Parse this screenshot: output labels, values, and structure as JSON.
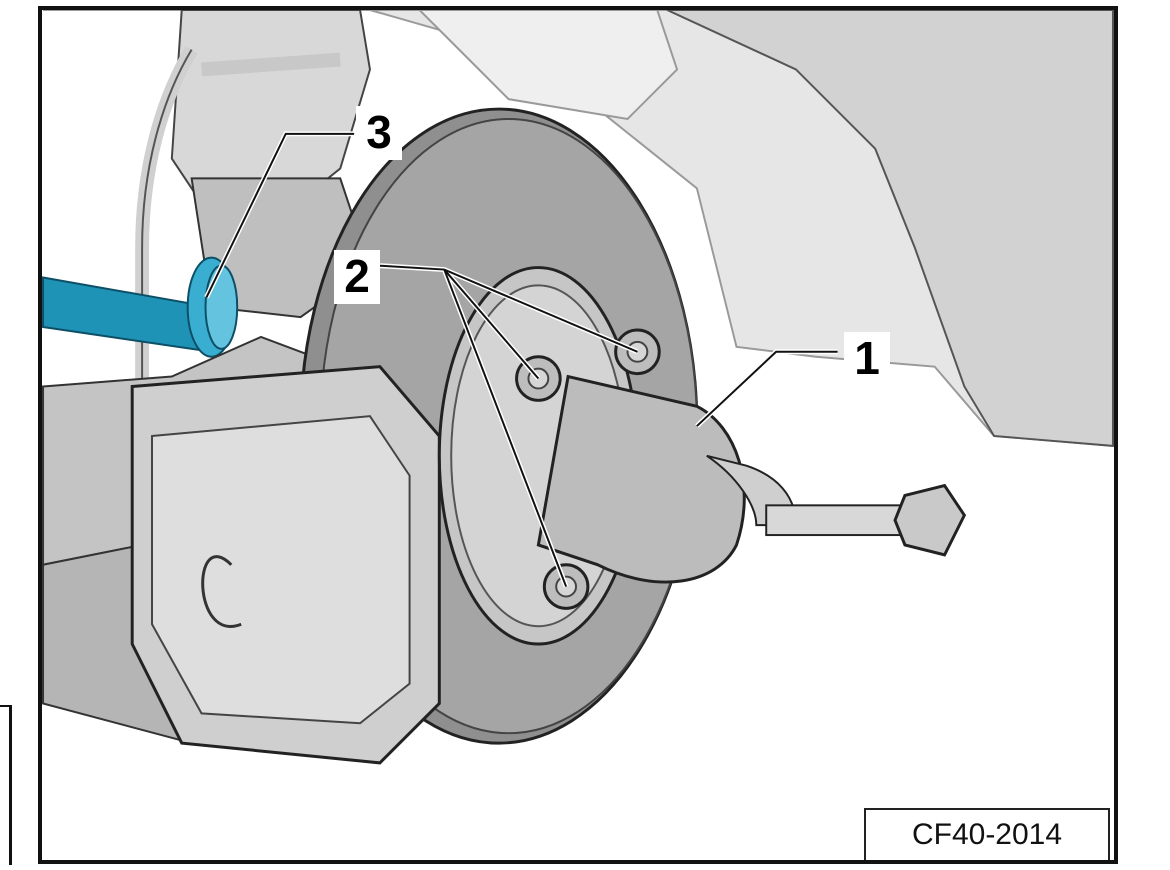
{
  "callouts": {
    "c1": "1",
    "c2": "2",
    "c3": "3"
  },
  "figure_code": "CF40-2014",
  "colors": {
    "highlight_blue": "#1f93b6",
    "metal_light": "#d9d9d9",
    "metal_mid": "#b8b8b8",
    "metal_dark": "#8a8a8a",
    "outline": "#1a1a1a"
  },
  "icons": [
    "brake-disc-icon",
    "wheel-hub-tool-icon",
    "bolt-icon",
    "stabilizer-bushing-icon"
  ]
}
